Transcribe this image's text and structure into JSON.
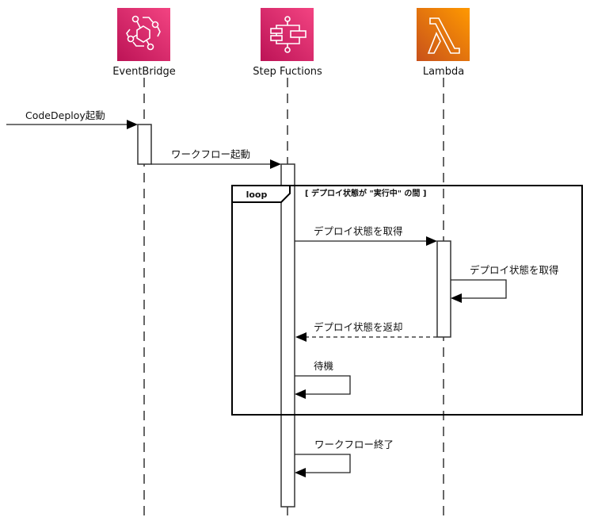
{
  "diagram": {
    "type": "sequence",
    "participants": [
      {
        "id": "eventbridge",
        "label": "EventBridge",
        "icon": "eventbridge-icon",
        "color_from": "#bc1356",
        "color_to": "#f34482"
      },
      {
        "id": "stepfunctions",
        "label": "Step Fuctions",
        "icon": "step-functions-icon",
        "color_from": "#bc1356",
        "color_to": "#f34482"
      },
      {
        "id": "lambda",
        "label": "Lambda",
        "icon": "lambda-icon",
        "color_from": "#c8511b",
        "color_to": "#ff9900"
      }
    ],
    "messages": [
      {
        "id": "m1",
        "from": "external",
        "to": "eventbridge",
        "label": "CodeDeploy起動",
        "style": "solid"
      },
      {
        "id": "m2",
        "from": "eventbridge",
        "to": "stepfunctions",
        "label": "ワークフロー起動",
        "style": "solid"
      },
      {
        "id": "m3",
        "from": "stepfunctions",
        "to": "lambda",
        "label": "デプロイ状態を取得",
        "style": "solid"
      },
      {
        "id": "m4",
        "from": "lambda",
        "to": "lambda",
        "label": "デプロイ状態を取得",
        "style": "self"
      },
      {
        "id": "m5",
        "from": "lambda",
        "to": "stepfunctions",
        "label": "デプロイ状態を返却",
        "style": "dashed"
      },
      {
        "id": "m6",
        "from": "stepfunctions",
        "to": "stepfunctions",
        "label": "待機",
        "style": "self"
      },
      {
        "id": "m7",
        "from": "stepfunctions",
        "to": "stepfunctions",
        "label": "ワークフロー終了",
        "style": "self"
      }
    ],
    "fragment": {
      "operator": "loop",
      "guard": "[ デプロイ状態が \"実行中\" の間 ]"
    }
  }
}
